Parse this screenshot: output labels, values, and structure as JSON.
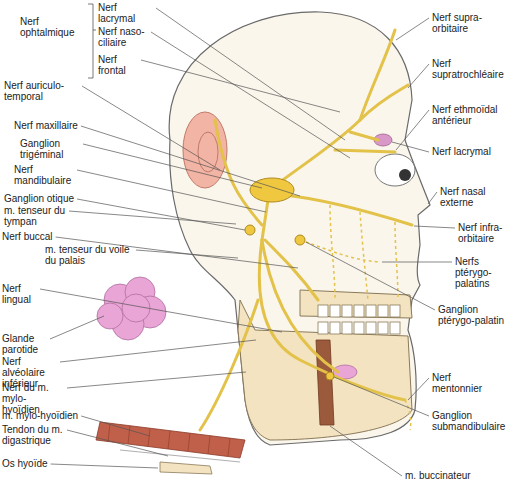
{
  "diagram": {
    "labels": [
      "Nerf lacrymal",
      "Nerf ophtalmique",
      "Nerf naso-ciliaire",
      "Nerf frontal",
      "Nerf auriculo-temporal",
      "Nerf maxillaire",
      "Ganglion trigéminal",
      "Nerf mandibulaire",
      "Ganglion otique",
      "m. tenseur du tympan",
      "Nerf buccal",
      "m. tenseur du voile du palais",
      "Nerf lingual",
      "Glande parotide",
      "Nerf alvéolaire inférieur",
      "Nerf du m. mylo-hyoïdien",
      "m. mylo-hyoïdien",
      "Tendon du m. digastrique",
      "Os hyoïde",
      "Nerf supra-orbitaire",
      "Nerf supratrochléaire",
      "Nerf ethmoïdal antérieur",
      "Nerf lacrymal",
      "Nerf nasal externe",
      "Nerf infra-orbitaire",
      "Nerfs ptérygo-palatins",
      "Ganglion ptérygo-palatin",
      "Nerf mentonnier",
      "Ganglion submandibulaire",
      "m. buccinateur"
    ]
  }
}
